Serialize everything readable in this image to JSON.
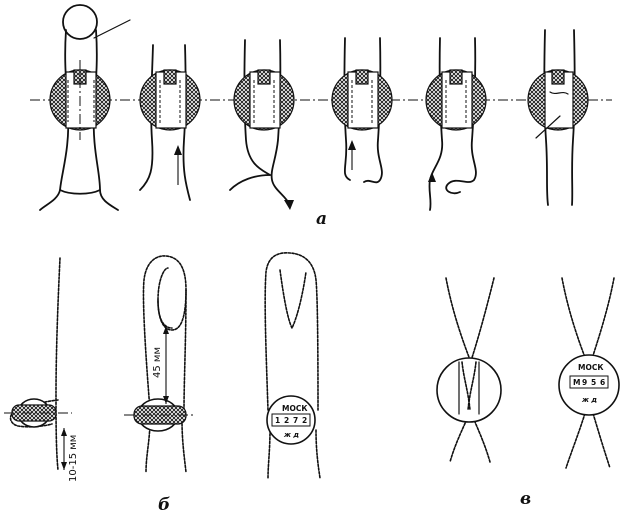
{
  "figure": {
    "panel_labels": {
      "a": "а",
      "b": "б",
      "v": "в"
    },
    "dimensions": {
      "loop_length": "45 мм",
      "tail_length": "10-15 мм"
    },
    "seal_b": {
      "top": "МОСК",
      "digits": [
        "1",
        "2",
        "7",
        "2"
      ],
      "bottom": "ж д"
    },
    "seal_v": {
      "top": "МОСК",
      "digits": [
        "М",
        "9",
        "5",
        "6"
      ],
      "bottom": "ж д"
    }
  }
}
